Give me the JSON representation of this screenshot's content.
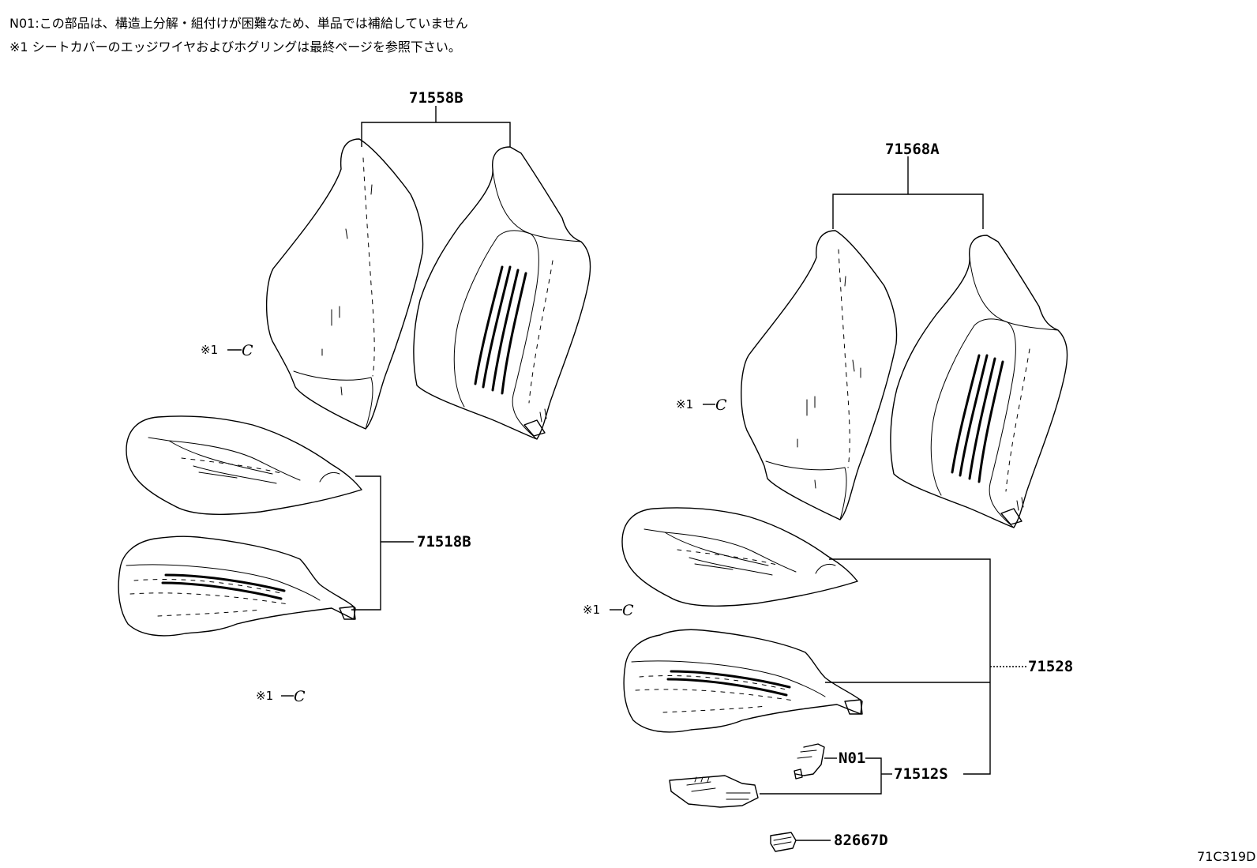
{
  "notes": {
    "n01": "N01:この部品は、構造上分解・組付けが困難なため、単品では補給していません",
    "ref1": "※1 シートカバーのエッジワイヤおよびホグリングは最終ページを参照下さい。"
  },
  "labels": {
    "p71558b": "71558B",
    "p71568a": "71568A",
    "p71518b": "71518B",
    "p71528": "71528",
    "n01": "N01",
    "p71512s": "71512S",
    "p82667d": "82667D"
  },
  "ref_marker": {
    "mark": "※1",
    "symbol": "C"
  },
  "diagram_code": "71C319D"
}
